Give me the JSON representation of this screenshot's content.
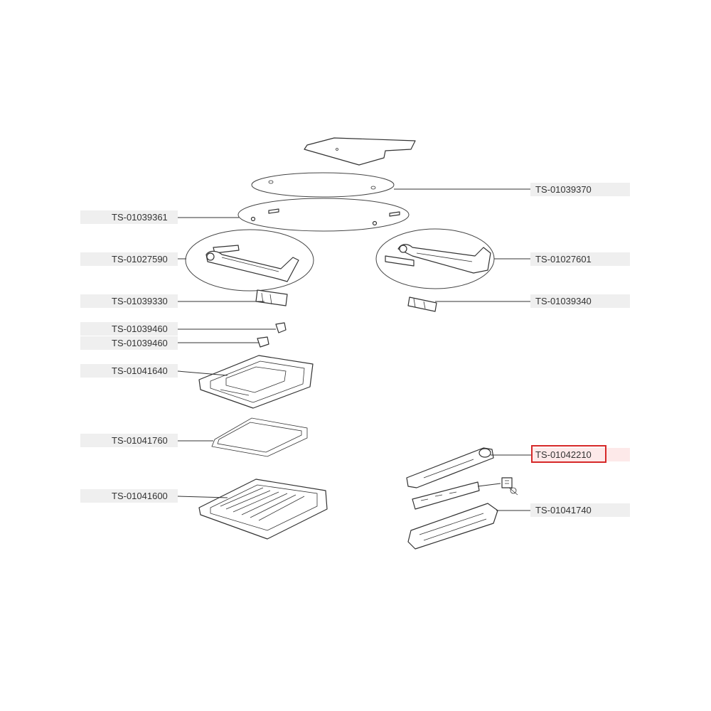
{
  "diagram": {
    "highlight_color": "#d62828",
    "labels": [
      {
        "id": "l1",
        "text": "TS-01039370",
        "side": "right",
        "highlighted": false
      },
      {
        "id": "l2",
        "text": "TS-01039361",
        "side": "left",
        "highlighted": false
      },
      {
        "id": "l3",
        "text": "TS-01027590",
        "side": "left",
        "highlighted": false
      },
      {
        "id": "l4",
        "text": "TS-01027601",
        "side": "right",
        "highlighted": false
      },
      {
        "id": "l5",
        "text": "TS-01039330",
        "side": "left",
        "highlighted": false
      },
      {
        "id": "l6",
        "text": "TS-01039340",
        "side": "right",
        "highlighted": false
      },
      {
        "id": "l7",
        "text": "TS-01039460",
        "side": "left",
        "highlighted": false
      },
      {
        "id": "l8",
        "text": "TS-01039460",
        "side": "left",
        "highlighted": false
      },
      {
        "id": "l9",
        "text": "TS-01041640",
        "side": "left",
        "highlighted": false
      },
      {
        "id": "l10",
        "text": "TS-01041760",
        "side": "left",
        "highlighted": false
      },
      {
        "id": "l11",
        "text": "TS-01042210",
        "side": "right",
        "highlighted": true
      },
      {
        "id": "l12",
        "text": "TS-01041600",
        "side": "left",
        "highlighted": false
      },
      {
        "id": "l13",
        "text": "TS-01041740",
        "side": "right",
        "highlighted": false
      }
    ]
  }
}
